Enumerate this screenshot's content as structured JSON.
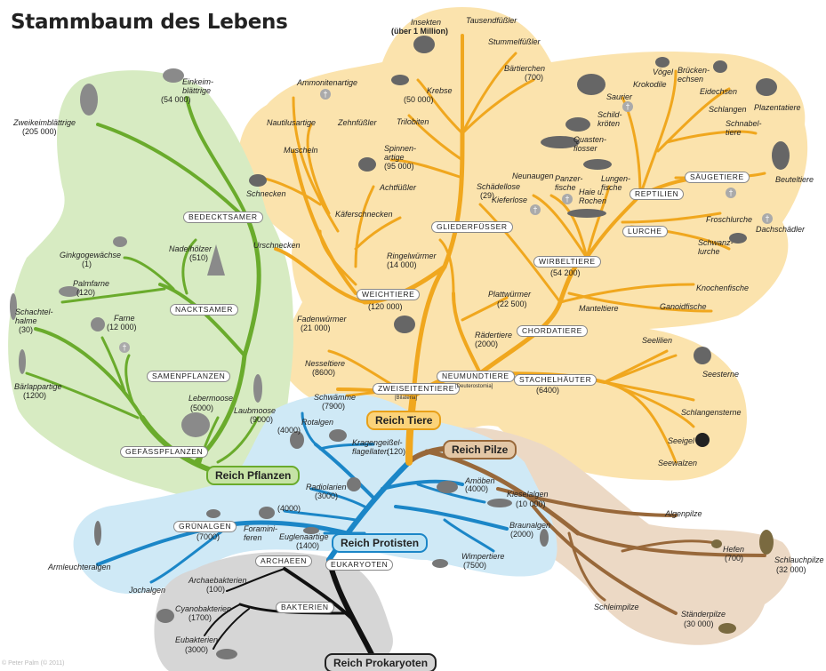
{
  "title": "Stammbaum des Lebens",
  "credit": "© Peter Palm (© 2011)",
  "dagger": "†",
  "colors": {
    "tiere": "#f0a71e",
    "tiere_bg": "#fbe3ad",
    "pflanzen": "#6aab2c",
    "pflanzen_bg": "#d7ebc2",
    "protisten": "#1b86c7",
    "protisten_bg": "#cfe9f6",
    "pilze": "#98683a",
    "pilze_bg": "#ecd9c5",
    "prok": "#111111",
    "prok_bg": "#d6d6d6"
  },
  "kingdoms": {
    "tiere": "Reich Tiere",
    "pilze": "Reich Pilze",
    "pflanzen": "Reich Pflanzen",
    "protisten": "Reich Protisten",
    "prok": "Reich Prokaryoten"
  },
  "groups": {
    "bedecktsamer": "BEDECKTSAMER",
    "nacktsamer": "NACKTSAMER",
    "samenpflanzen": "SAMENPFLANZEN",
    "gefaesspflanzen": "GEFÄSSPFLANZEN",
    "gliederfuesser": "GLIEDERFÜSSER",
    "weichtiere": "WEICHTIERE",
    "neumundtiere": "NEUMUNDTIERE",
    "zweiseitentiere": "ZWEISEITENTIERE",
    "chordatiere": "CHORDATIERE",
    "stachelhaeuter": "STACHELHÄUTER",
    "wirbeltiere": "WIRBELTIERE",
    "lurche": "LURCHE",
    "reptilien": "REPTILIEN",
    "saeugetiere": "SÄUGETIERE",
    "gruenalgen": "GRÜNALGEN",
    "archaeen": "ARCHAEEN",
    "eukaryoten": "EUKARYOTEN",
    "bakterien": "BAKTERIEN",
    "bilateria": "[Bilateria]",
    "deuterostomia": "[Deuterostomia]"
  },
  "labels": {
    "insekten": "Insekten",
    "insekten_cnt": "(über 1 Million)",
    "tausendfuessler": "Tausendfüßler",
    "stummelfuessler": "Stummelfüßler",
    "baertierchen": "Bärtierchen",
    "baertierchen_cnt": "(700)",
    "krebse": "Krebse",
    "krebse_cnt": "(50 000)",
    "trilobiten": "Trilobiten",
    "spinnenartige": "Spinnen-\nartige",
    "spinnenartige_cnt": "(95 000)",
    "ammonitenartige": "Ammonitenartige",
    "nautilusartige": "Nautilusartige",
    "zehnfuessler": "Zehnfüßler",
    "muscheln": "Muscheln",
    "schnecken": "Schnecken",
    "achtfuessler": "Achtfüßler",
    "kaeferschnecken": "Käferschnecken",
    "urschnecken": "Urschnecken",
    "ringelwuermer": "Ringelwürmer",
    "ringelwuermer_cnt": "(14 000)",
    "plattwuermer": "Plattwürmer",
    "plattwuermer_cnt": "(22 500)",
    "fadenwuermer": "Fadenwürmer",
    "fadenwuermer_cnt": "(21 000)",
    "weichtiere_cnt": "(120 000)",
    "raedertiere": "Rädertiere",
    "raedertiere_cnt": "(2000)",
    "nesseltiere": "Nesseltiere",
    "nesseltiere_cnt": "(8600)",
    "schwaemme": "Schwämme",
    "schwaemme_cnt": "(7900)",
    "stachelhaeuter_cnt": "(6400)",
    "seelilien": "Seelilien",
    "seesterne": "Seesterne",
    "schlangensterne": "Schlangensterne",
    "seeigel": "Seeigel",
    "seewalzen": "Seewalzen",
    "manteltiere": "Manteltiere",
    "ganoidfische": "Ganoidfische",
    "knochenfische": "Knochenfische",
    "wirbeltiere_cnt": "(54 200)",
    "schaedellose": "Schädellose",
    "schaedellose_cnt": "(29)",
    "neunaugen": "Neunaugen",
    "kieferlose": "Kieferlose",
    "panzerfische": "Panzer-\nfische",
    "haie": "Haie u.\nRochen",
    "quastenflosser": "Quasten-\nflosser",
    "lungenfische": "Lungen-\nfische",
    "schildkroeten": "Schild-\nkröten",
    "saurier": "Saurier",
    "krokodile": "Krokodile",
    "voegel": "Vögel",
    "brueckenechsen": "Brücken-\nechsen",
    "eidechsen": "Eidechsen",
    "schlangen": "Schlangen",
    "plazentatiere": "Plazentatiere",
    "schnabeltiere": "Schnabel-\ntiere",
    "beuteltiere": "Beuteltiere",
    "froschlurche": "Froschlurche",
    "dachschaedler": "Dachschädler",
    "schwanzlurche": "Schwanz-\nlurche",
    "einkeimblaettrige": "Einkeim-\nblättrige",
    "einkeimblaettrige_cnt": "(54 000)",
    "zweikeimblaettrige": "Zweikeimblättrige",
    "zweikeimblaettrige_cnt": "(205 000)",
    "ginkgo": "Ginkgogewächse",
    "ginkgo_cnt": "(1)",
    "nadelhoelzer": "Nadelhölzer",
    "nadelhoelzer_cnt": "(510)",
    "palmfarne": "Palmfarne",
    "palmfarne_cnt": "(120)",
    "schachtelhalme": "Schachtel-\nhalme",
    "schachtelhalme_cnt": "(30)",
    "farne": "Farne",
    "farne_cnt": "(12 000)",
    "baerlapp": "Bärlappartige",
    "baerlapp_cnt": "(1200)",
    "lebermoose": "Lebermoose",
    "lebermoose_cnt": "(5000)",
    "laubmoose": "Laubmoose",
    "laubmoose_cnt": "(9000)",
    "rotalgen": "Rotalgen",
    "rotalgen_cnt": "(4000)",
    "kragengeissel": "Kragengeißel-\nflagellaten",
    "kragengeissel_cnt": "(120)",
    "radiolarien": "Radiolarien",
    "radiolarien_cnt": "(3000)",
    "foraminiferen": "Foramini-\nferen",
    "foraminiferen_cnt": "(4000)",
    "euglenen": "Euglenaartige",
    "euglenen_cnt": "(1400)",
    "gruenalgen_cnt": "(7000)",
    "amoeben": "Amöben",
    "amoeben_cnt": "(4000)",
    "kieselalgen": "Kieselalgen",
    "kieselalgen_cnt": "(10 000)",
    "braunalgen": "Braunalgen",
    "braunalgen_cnt": "(2000)",
    "wimpertiere": "Wimpertiere",
    "wimpertiere_cnt": "(7500)",
    "armleuchteralgen": "Armleuchteralgen",
    "jochalgen": "Jochalgen",
    "archaebakterien": "Archaebakterien",
    "archaebakterien_cnt": "(100)",
    "cyanobakterien": "Cyanobakterien",
    "cyanobakterien_cnt": "(1700)",
    "eubakterien": "Eubakterien",
    "eubakterien_cnt": "(3000)",
    "algenpilze": "Algenpilze",
    "hefen": "Hefen",
    "hefen_cnt": "(700)",
    "schlauchpilze": "Schlauchpilze",
    "schlauchpilze_cnt": "(32 000)",
    "schleimpilze": "Schleimpilze",
    "staenderpilze": "Ständerpilze",
    "staenderpilze_cnt": "(30 000)"
  }
}
